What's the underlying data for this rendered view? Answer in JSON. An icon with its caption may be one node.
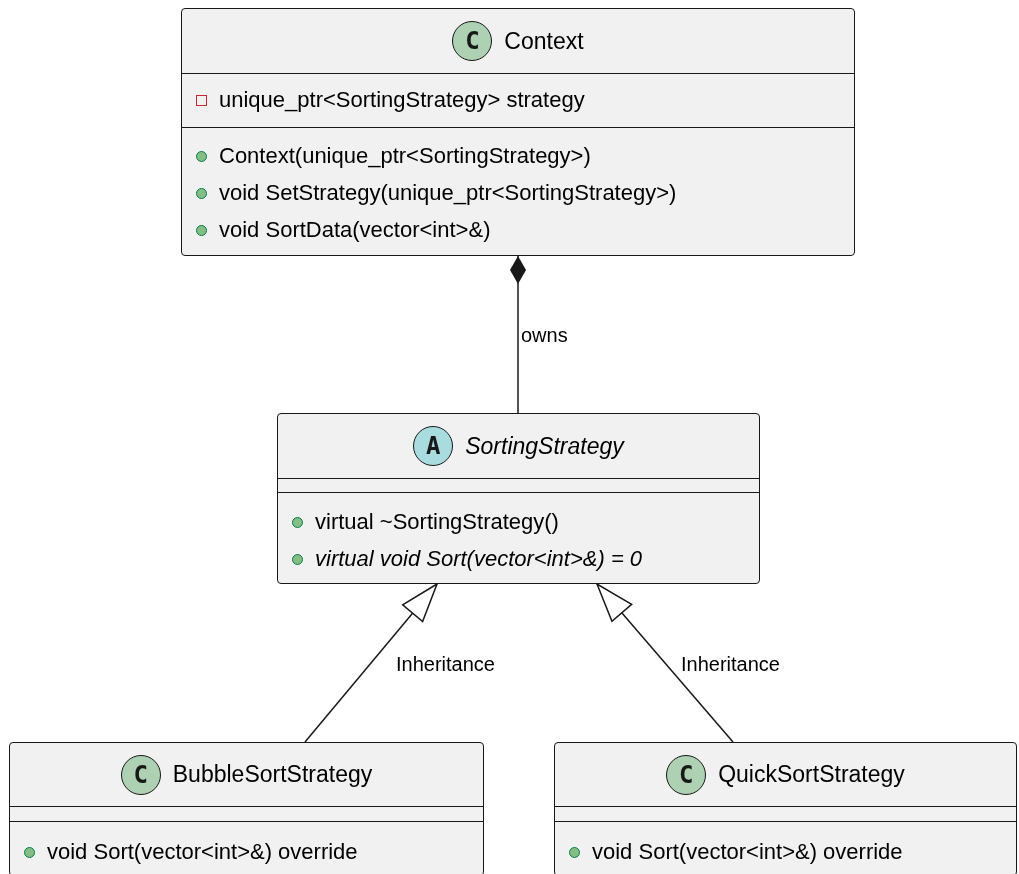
{
  "diagram": {
    "nodes": [
      {
        "text": [
          "Context"
        ]
      },
      {
        "text": [
          "unique_ptr<SortingStrategy> strategy"
        ],
        "in": 0
      },
      {
        "text": [
          "Context(unique_ptr<SortingStrategy>)",
          "void SetStrategy(unique_ptr<SortingStrategy>)",
          "void SortData(vector<int>&)"
        ],
        "in": 0
      },
      {
        "text": [
          "SortingStrategy"
        ]
      },
      {
        "text": [],
        "shape": "box",
        "in": 3
      },
      {
        "text": [
          "virtual ~SortingStrategy()",
          "virtual void Sort(vector<int>&) = 0"
        ],
        "in": 3
      },
      {
        "text": [
          "BubbleSortStrategy"
        ]
      },
      {
        "text": [],
        "shape": "box",
        "in": 6
      },
      {
        "text": [
          "void Sort(vector<int>&) override"
        ],
        "in": 6
      },
      {
        "text": [
          "QuickSortStrategy"
        ]
      },
      {
        "text": [],
        "shape": "box",
        "in": 9
      },
      {
        "text": [
          "void Sort(vector<int>&) override"
        ],
        "in": 9
      }
    ],
    "edges": [
      {
        "from": 0,
        "to": 3,
        "arrow": "other",
        "label": "owns"
      },
      {
        "from": 6,
        "to": 3,
        "arrow": "to",
        "label": "Inheritance"
      },
      {
        "from": 9,
        "to": 3,
        "arrow": "to",
        "label": "Inheritance"
      }
    ],
    "labels": [
      "C",
      "A",
      "C",
      "C"
    ]
  }
}
